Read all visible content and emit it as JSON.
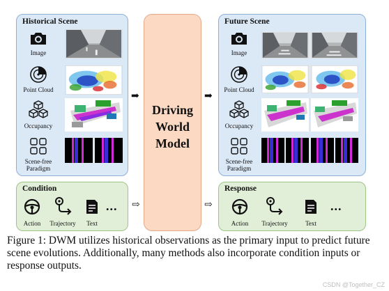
{
  "historical": {
    "title": "Historical Scene",
    "rows": [
      {
        "label": "Image",
        "icon": "camera-icon"
      },
      {
        "label": "Point Cloud",
        "icon": "radar-icon"
      },
      {
        "label": "Occupancy",
        "icon": "cubes-icon"
      },
      {
        "label": "Scene-free\nParadigm",
        "icon": "grid-icon"
      }
    ]
  },
  "future": {
    "title": "Future Scene",
    "rows": [
      {
        "label": "Image",
        "icon": "camera-icon"
      },
      {
        "label": "Point Cloud",
        "icon": "radar-icon"
      },
      {
        "label": "Occupancy",
        "icon": "cubes-icon"
      },
      {
        "label": "Scene-free\nParadigm",
        "icon": "grid-icon"
      }
    ]
  },
  "model": {
    "title": "Driving\nWorld\nModel"
  },
  "condition": {
    "title": "Condition",
    "items": [
      {
        "label": "Action",
        "icon": "steering-wheel-icon"
      },
      {
        "label": "Trajectory",
        "icon": "route-icon"
      },
      {
        "label": "Text",
        "icon": "document-icon"
      }
    ],
    "ellipsis": "..."
  },
  "response": {
    "title": "Response",
    "items": [
      {
        "label": "Action",
        "icon": "steering-wheel-icon"
      },
      {
        "label": "Trajectory",
        "icon": "route-icon"
      },
      {
        "label": "Text",
        "icon": "document-icon"
      }
    ],
    "ellipsis": "..."
  },
  "arrows": {
    "solid": "➡",
    "hollow": "⇨"
  },
  "caption": "Figure 1: DWM utilizes historical observations as the primary input to predict future scene evolutions. Additionally, many methods also incorporate condition inputs or response outputs.",
  "watermark": "CSDN @Together_CZ"
}
